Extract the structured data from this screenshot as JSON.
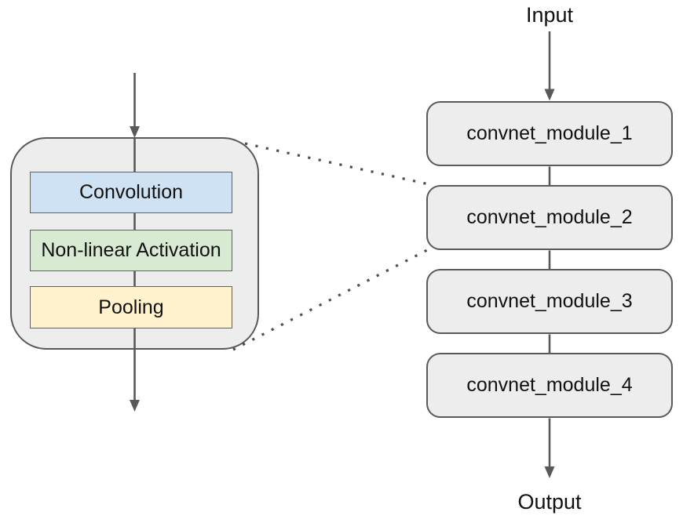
{
  "left_detail": {
    "steps": [
      {
        "label": "Convolution",
        "fill": "#cfe2f3"
      },
      {
        "label": "Non-linear Activation",
        "fill": "#d9ead3"
      },
      {
        "label": "Pooling",
        "fill": "#fff2cc"
      }
    ]
  },
  "pipeline": {
    "input_label": "Input",
    "output_label": "Output",
    "modules": [
      {
        "label": "convnet_module_1"
      },
      {
        "label": "convnet_module_2"
      },
      {
        "label": "convnet_module_3"
      },
      {
        "label": "convnet_module_4"
      }
    ]
  },
  "colors": {
    "container_fill": "#ededed",
    "stroke": "#595959",
    "dotted_stroke": "#4f4f4f",
    "convolution_fill": "#cfe2f3",
    "activation_fill": "#d9ead3",
    "pooling_fill": "#fff2cc",
    "text": "#111111",
    "background": "#ffffff"
  }
}
